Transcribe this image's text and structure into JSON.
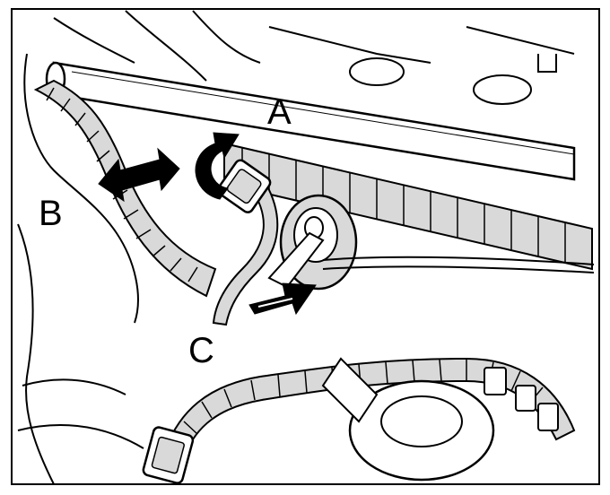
{
  "figure": {
    "callouts": {
      "a": "A",
      "b": "B",
      "c": "C"
    },
    "icons": [
      "curved-arrow-icon",
      "double-arrow-icon",
      "push-arrow-icon"
    ]
  },
  "colors": {
    "background": "#ffffff",
    "line": "#000000",
    "shade": "#d9d9d9",
    "arrow_fill": "#000000"
  }
}
